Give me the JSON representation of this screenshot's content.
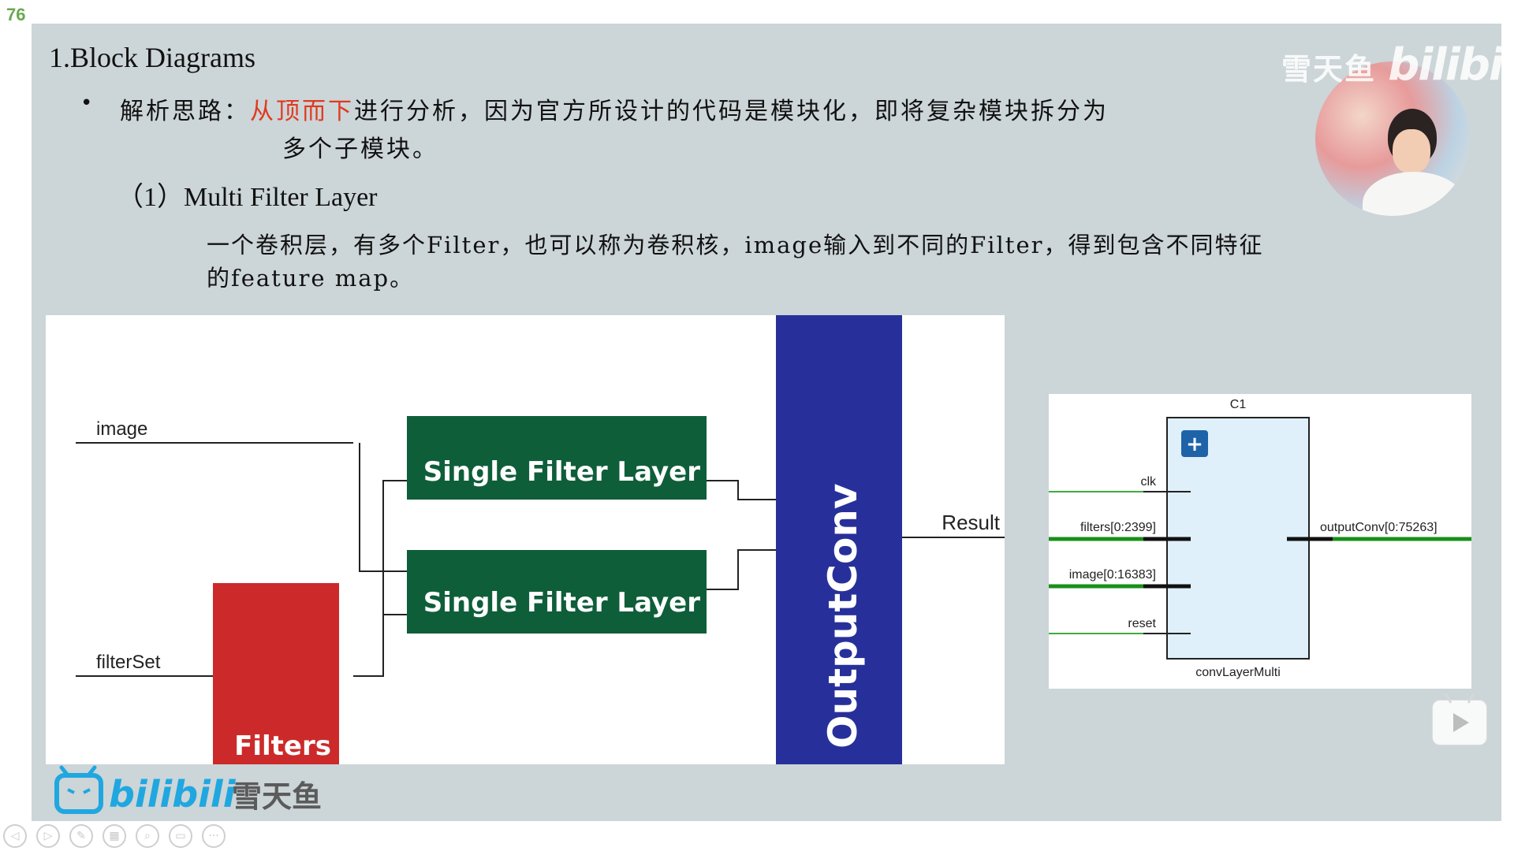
{
  "page_number": "76",
  "slide": {
    "title": "1.Block Diagrams",
    "bullet": {
      "prefix": "解析思路：",
      "highlight": "从顶而下",
      "rest": "进行分析，因为官方所设计的代码是模块化，即将复杂模块拆分为",
      "line2": "多个子模块。"
    },
    "subheading": "（1）Multi Filter Layer",
    "paragraph_line1": "一个卷积层，有多个Filter，也可以称为卷积核，image输入到不同的Filter，得到包含不同特征",
    "paragraph_line2": "的feature map。"
  },
  "watermark": {
    "text": "雪天鱼",
    "brand": "bilibili"
  },
  "block_diagram": {
    "input_image": "image",
    "input_filterset": "filterSet",
    "filters_block": "Filters",
    "single_filter_1": "Single Filter Layer",
    "single_filter_2": "Single Filter Layer",
    "output_block": "OutputConv",
    "output": "Result",
    "colors": {
      "single_filter": "#0f5e3a",
      "filters": "#cc2a2a",
      "output": "#27309a"
    }
  },
  "schematic": {
    "instance": "C1",
    "module": "convLayerMulti",
    "ports_in": [
      "clk",
      "filters[0:2399]",
      "image[0:16383]",
      "reset"
    ],
    "port_out": "outputConv[0:75263]",
    "expand_symbol": "+"
  },
  "bottom_logo": {
    "brand": "bilibili",
    "author": "雪天鱼"
  },
  "toolbar_icons": [
    "prev-icon",
    "next-icon",
    "pen-icon",
    "pages-icon",
    "zoom-icon",
    "subtitle-icon",
    "more-icon"
  ],
  "toolbar_glyphs": [
    "◁",
    "▷",
    "✎",
    "▦",
    "⌕",
    "▭",
    "···"
  ]
}
